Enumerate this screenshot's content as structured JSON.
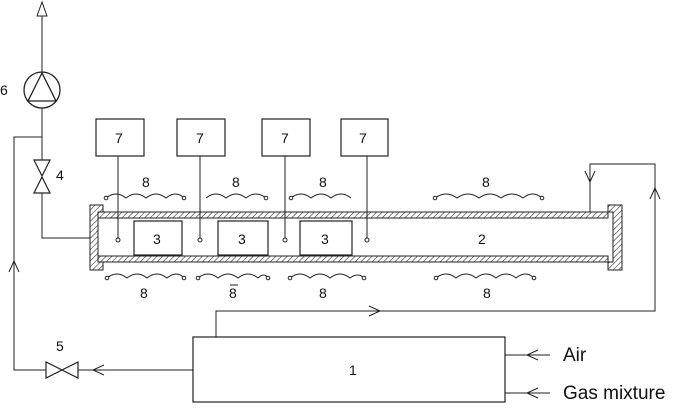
{
  "diagram": {
    "labels": {
      "unit1": "1",
      "tube2": "2",
      "sample3": [
        "3",
        "3",
        "3"
      ],
      "valve4": "4",
      "valve5": "5",
      "pump6": "6",
      "meter7": [
        "7",
        "7",
        "7",
        "7"
      ],
      "heater8_top": [
        "8",
        "8",
        "8",
        "8"
      ],
      "heater8_bottom": [
        "8",
        "8",
        "8",
        "8"
      ],
      "input_air": "Air",
      "input_gas": "Gas mixture"
    }
  }
}
